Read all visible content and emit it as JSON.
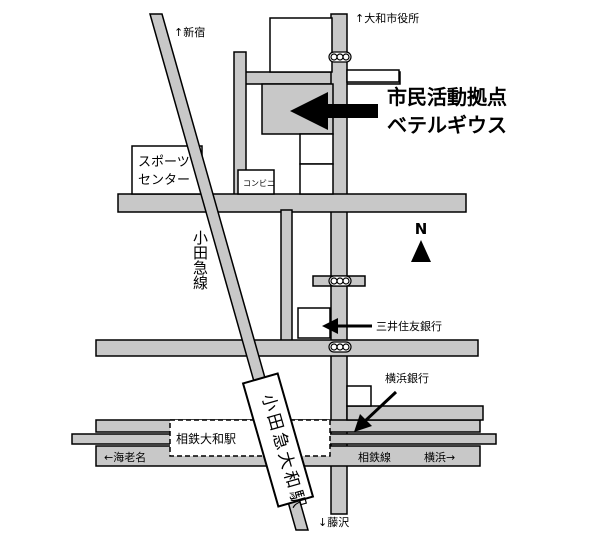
{
  "direction": {
    "shinjuku": "↑新宿",
    "yamato_city_hall": "↑大和市役所",
    "ebina": "←海老名",
    "yokohama": "横浜→",
    "fujisawa": "↓藤沢"
  },
  "labels": {
    "facility_line1": "市民活動拠点",
    "facility_line2": "ベテルギウス",
    "sports_line1": "スポーツ",
    "sports_line2": "センター",
    "convenience": "コンビニ",
    "odakyu_line": "小田急線",
    "odakyu_station": "小田急大和駅",
    "sotetsu_station": "相鉄大和駅",
    "sotetsu_line": "相鉄線",
    "mitsui_bank": "三井住友銀行",
    "yokohama_bank": "横浜銀行",
    "north": "N"
  }
}
